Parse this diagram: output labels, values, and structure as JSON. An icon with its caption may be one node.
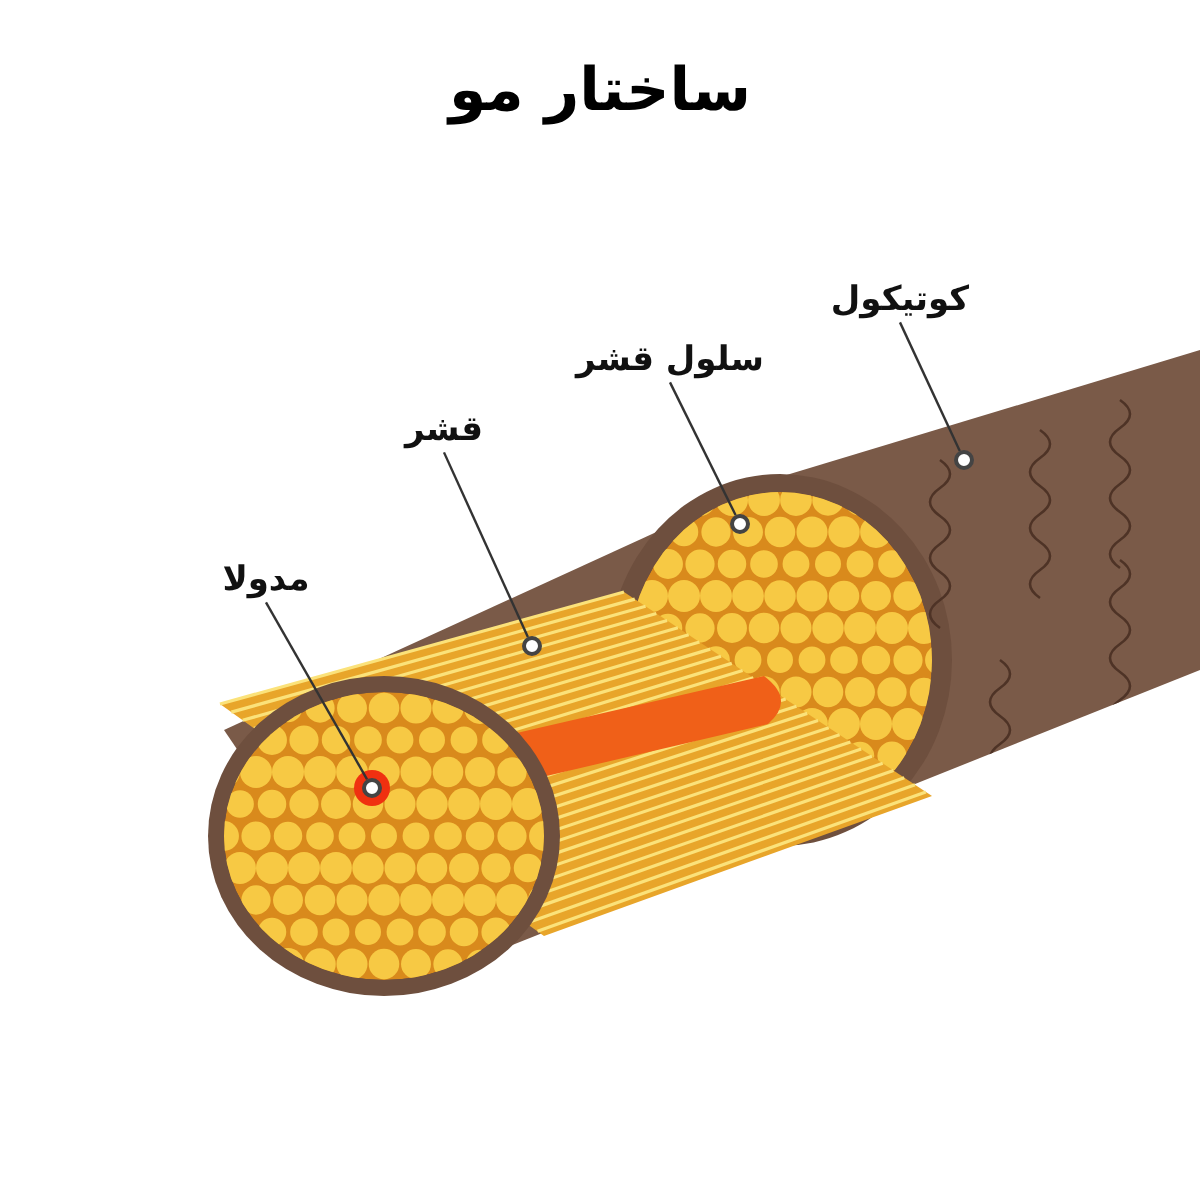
{
  "diagram": {
    "title": "ساختار مو",
    "nodes": [
      {
        "text": [
          "کوتیکول"
        ]
      },
      {
        "text": [
          "سلول قشر"
        ]
      },
      {
        "text": [
          "قشر"
        ]
      },
      {
        "text": [
          "مدولا"
        ]
      },
      {
        "text": [],
        "shape": "circle"
      },
      {
        "text": [],
        "shape": "circle"
      },
      {
        "text": [],
        "shape": "circle"
      },
      {
        "text": [],
        "shape": "circle"
      }
    ],
    "edges": [
      {
        "from": 0,
        "to": 7,
        "arrow": "none"
      },
      {
        "from": 1,
        "to": 6,
        "arrow": "none"
      },
      {
        "from": 2,
        "to": 5,
        "arrow": "none"
      },
      {
        "from": 3,
        "to": 4,
        "arrow": "none"
      }
    ]
  }
}
